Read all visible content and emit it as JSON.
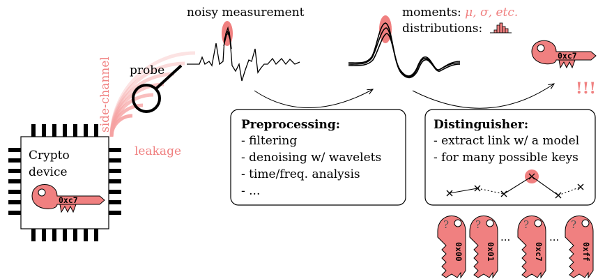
{
  "colors": {
    "accent": "#f08080",
    "ink": "#000000",
    "box_fill": "#ffffff"
  },
  "labels": {
    "noisy_measurement": "noisy measurement",
    "moments_prefix": "moments: ",
    "moments_vars": "μ, σ, etc.",
    "distributions": "distributions:",
    "side_channel": "side-channel",
    "probe": "probe",
    "leakage": "leakage",
    "device_line1": "Crypto",
    "device_line2": "device",
    "exclaim": "!!!",
    "ellipsis_1": "...",
    "ellipsis_2": "..."
  },
  "keys": {
    "device_key": "0xc7",
    "recovered_key": "0xc7",
    "unknown_mark": "?",
    "candidates": [
      "0x00",
      "0x01",
      "0xc7",
      "0xff"
    ]
  },
  "preprocessing": {
    "title": "Preprocessing:",
    "items": [
      "- filtering",
      "- denoising w/ wavelets",
      "- time/freq. analysis",
      "- ..."
    ]
  },
  "distinguisher": {
    "title": "Distinguisher:",
    "items": [
      "- extract link w/ a model",
      "- for many possible keys"
    ]
  }
}
